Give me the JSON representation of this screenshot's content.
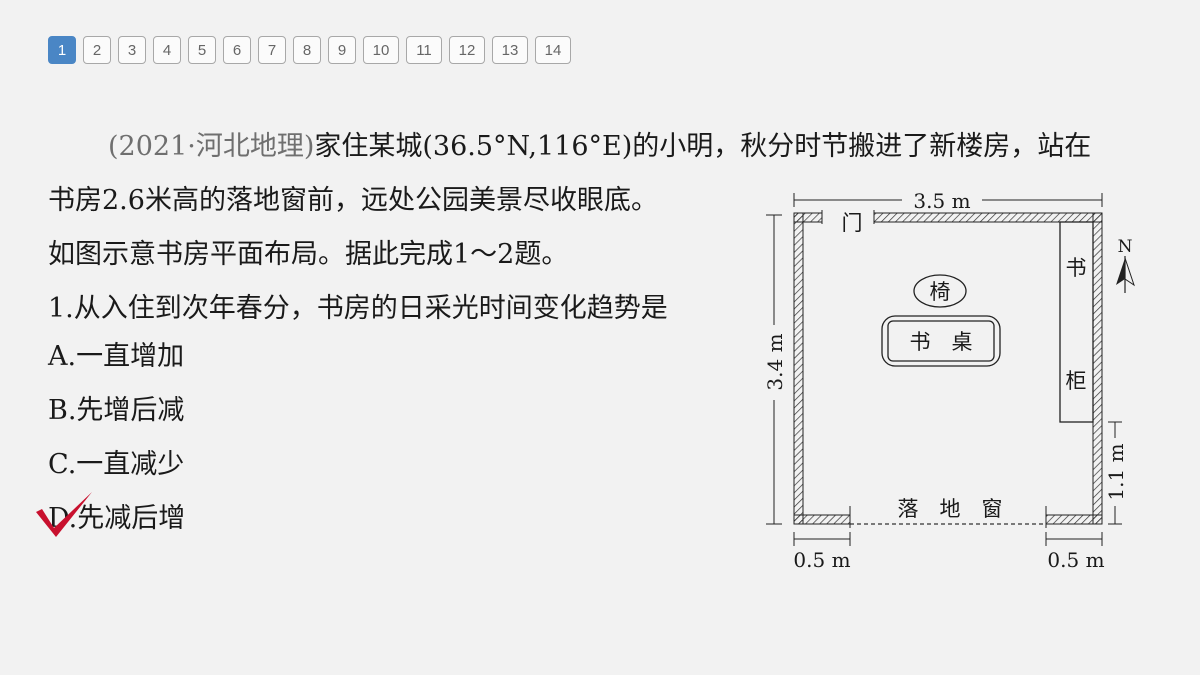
{
  "pagination": {
    "pages": [
      "1",
      "2",
      "3",
      "4",
      "5",
      "6",
      "7",
      "8",
      "9",
      "10",
      "11",
      "12",
      "13",
      "14"
    ],
    "active": "1"
  },
  "question": {
    "source": "(2021·河北地理)",
    "intro_1": "家住某城(36.5°N,116°E)的小明，秋分时节搬进了新楼房，站在",
    "intro_2": "书房2.6米高的落地窗前，远处公园美景尽收眼底。",
    "intro_3": "如图示意书房平面布局。据此完成1～2题。",
    "stem": "1.从入住到次年春分，书房的日采光时间变化趋势是"
  },
  "options": [
    {
      "label": "A.一直增加"
    },
    {
      "label": "B.先增后减"
    },
    {
      "label": "C.一直减少"
    },
    {
      "label": "D.先减后增"
    }
  ],
  "answer": {
    "correct_option": "D",
    "check_color": "#c8102e"
  },
  "diagram": {
    "width_label": "3.5 m",
    "height_label": "3.4 m",
    "right_label": "1.1 m",
    "bottom_left_label": "0.5 m",
    "bottom_right_label": "0.5 m",
    "door_label": "门",
    "chair_label": "椅",
    "desk_label": "书　桌",
    "bookcase_top": "书",
    "bookcase_bottom": "柜",
    "window_label": "落　地　窗",
    "north_label": "N"
  }
}
